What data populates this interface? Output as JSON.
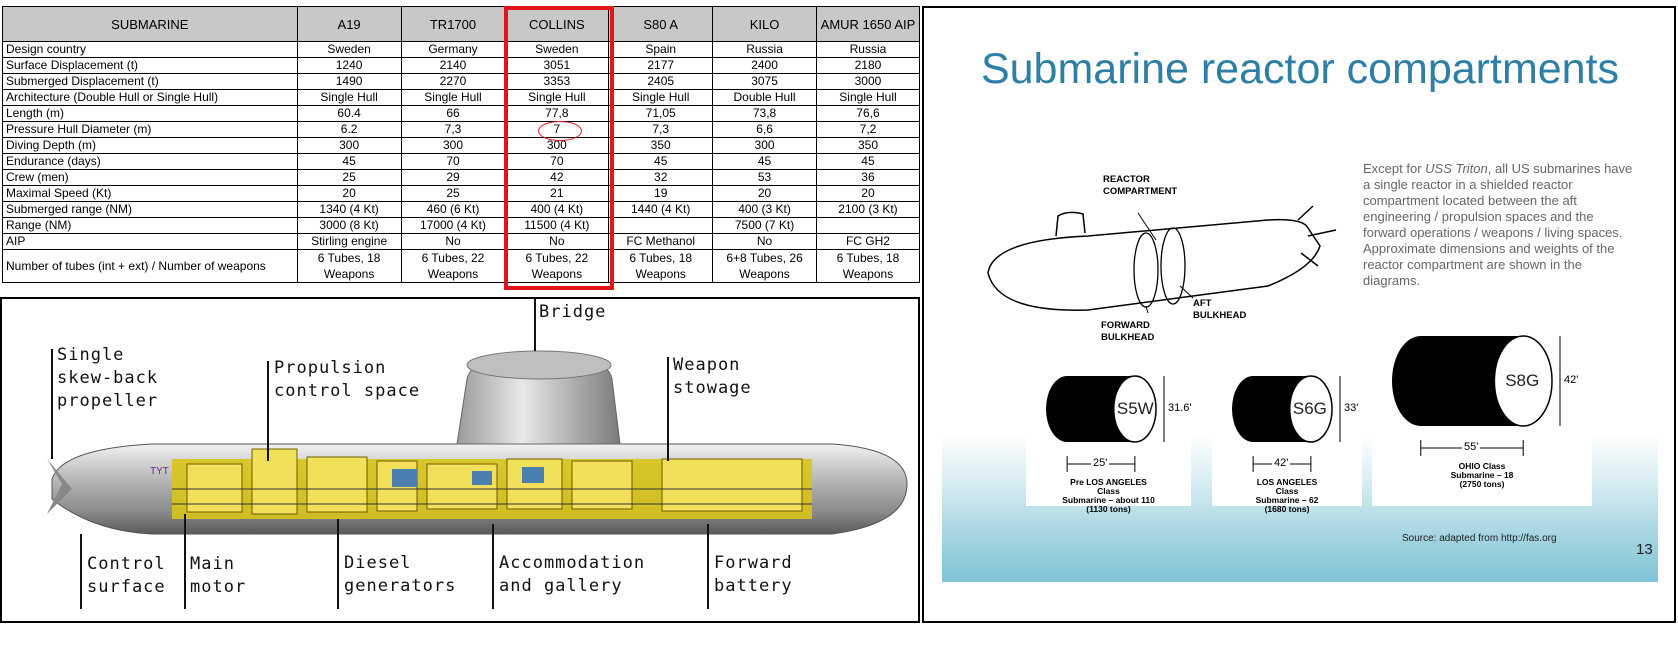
{
  "table": {
    "headers": [
      "SUBMARINE",
      "A19",
      "TR1700",
      "COLLINS",
      "S80 A",
      "KILO",
      "AMUR 1650 AIP"
    ],
    "rows": [
      [
        "Design country",
        "Sweden",
        "Germany",
        "Sweden",
        "Spain",
        "Russia",
        "Russia"
      ],
      [
        "Surface Displacement (t)",
        "1240",
        "2140",
        "3051",
        "2177",
        "2400",
        "2180"
      ],
      [
        "Submerged Displacement (t)",
        "1490",
        "2270",
        "3353",
        "2405",
        "3075",
        "3000"
      ],
      [
        "Architecture (Double Hull or Single Hull)",
        "Single Hull",
        "Single Hull",
        "Single Hull",
        "Single Hull",
        "Double Hull",
        "Single Hull"
      ],
      [
        "Length (m)",
        "60.4",
        "66",
        "77,8",
        "71,05",
        "73,8",
        "76,6"
      ],
      [
        "Pressure Hull Diameter (m)",
        "6.2",
        "7,3",
        "7",
        "7,3",
        "6,6",
        "7,2"
      ],
      [
        "Diving Depth (m)",
        "300",
        "300",
        "300",
        "350",
        "300",
        "350"
      ],
      [
        "Endurance (days)",
        "45",
        "70",
        "70",
        "45",
        "45",
        "45"
      ],
      [
        "Crew (men)",
        "25",
        "29",
        "42",
        "32",
        "53",
        "36"
      ],
      [
        "Maximal Speed (Kt)",
        "20",
        "25",
        "21",
        "19",
        "20",
        "20"
      ],
      [
        "Submerged range (NM)",
        "1340 (4 Kt)",
        "460 (6 Kt)",
        "400 (4 Kt)",
        "1440 (4 Kt)",
        "400 (3 Kt)",
        "2100 (3 Kt)"
      ],
      [
        "Range (NM)",
        "3000 (8 Kt)",
        "17000 (4 Kt)",
        "11500 (4 Kt)",
        "",
        "7500 (7 Kt)",
        ""
      ],
      [
        "AIP",
        "Stirling engine",
        "No",
        "No",
        "FC Methanol",
        "No",
        "FC  GH2"
      ],
      [
        "Number of tubes (int + ext) / Number of weapons",
        "6 Tubes, 18 Weapons",
        "6 Tubes, 22 Weapons",
        "6 Tubes, 22 Weapons",
        "6 Tubes, 18 Weapons",
        "6+8 Tubes, 26 Weapons",
        "6 Tubes, 18 Weapons"
      ]
    ],
    "highlight_color": "#e0161b"
  },
  "cutaway": {
    "labels": {
      "bridge": "Bridge",
      "propeller": "Single\nskew-back\npropeller",
      "propulsion": "Propulsion\ncontrol space",
      "weapon": "Weapon\nstowage",
      "control": "Control\nsurface",
      "motor": "Main\nmotor",
      "diesel": "Diesel\ngenerators",
      "accommodation": "Accommodation\nand gallery",
      "battery": "Forward\nbattery"
    }
  },
  "slide": {
    "title": "Submarine reactor compartments",
    "body_italic": "USS Triton",
    "body_before": "Except for ",
    "body_after": ", all US submarines have a single reactor in a shielded reactor compartment located between the aft engineering / propulsion spaces and the forward operations / weapons / living spaces. Approximate dimensions and weights of the reactor compartment are shown in the diagrams.",
    "diagram_labels": {
      "reactor": "REACTOR\nCOMPARTMENT",
      "forward": "FORWARD\nBULKHEAD",
      "aft": "AFT\nBULKHEAD"
    },
    "reactors": [
      {
        "name": "S5W",
        "diameter": "31.6'",
        "length": "25'",
        "caption": "Pre LOS ANGELES\nClass\nSubmarine – about 110\n(1130 tons)"
      },
      {
        "name": "S6G",
        "diameter": "33'",
        "length": "42'",
        "caption": "LOS ANGELES\nClass\nSubmarine – 62\n(1680 tons)"
      },
      {
        "name": "S8G",
        "diameter": "42'",
        "length": "55'",
        "caption": "OHIO Class\nSubmarine – 18\n(2750 tons)"
      }
    ],
    "source": "Source: adapted from http://fas.org",
    "page_number": "13",
    "title_color": "#2e7fa7"
  }
}
